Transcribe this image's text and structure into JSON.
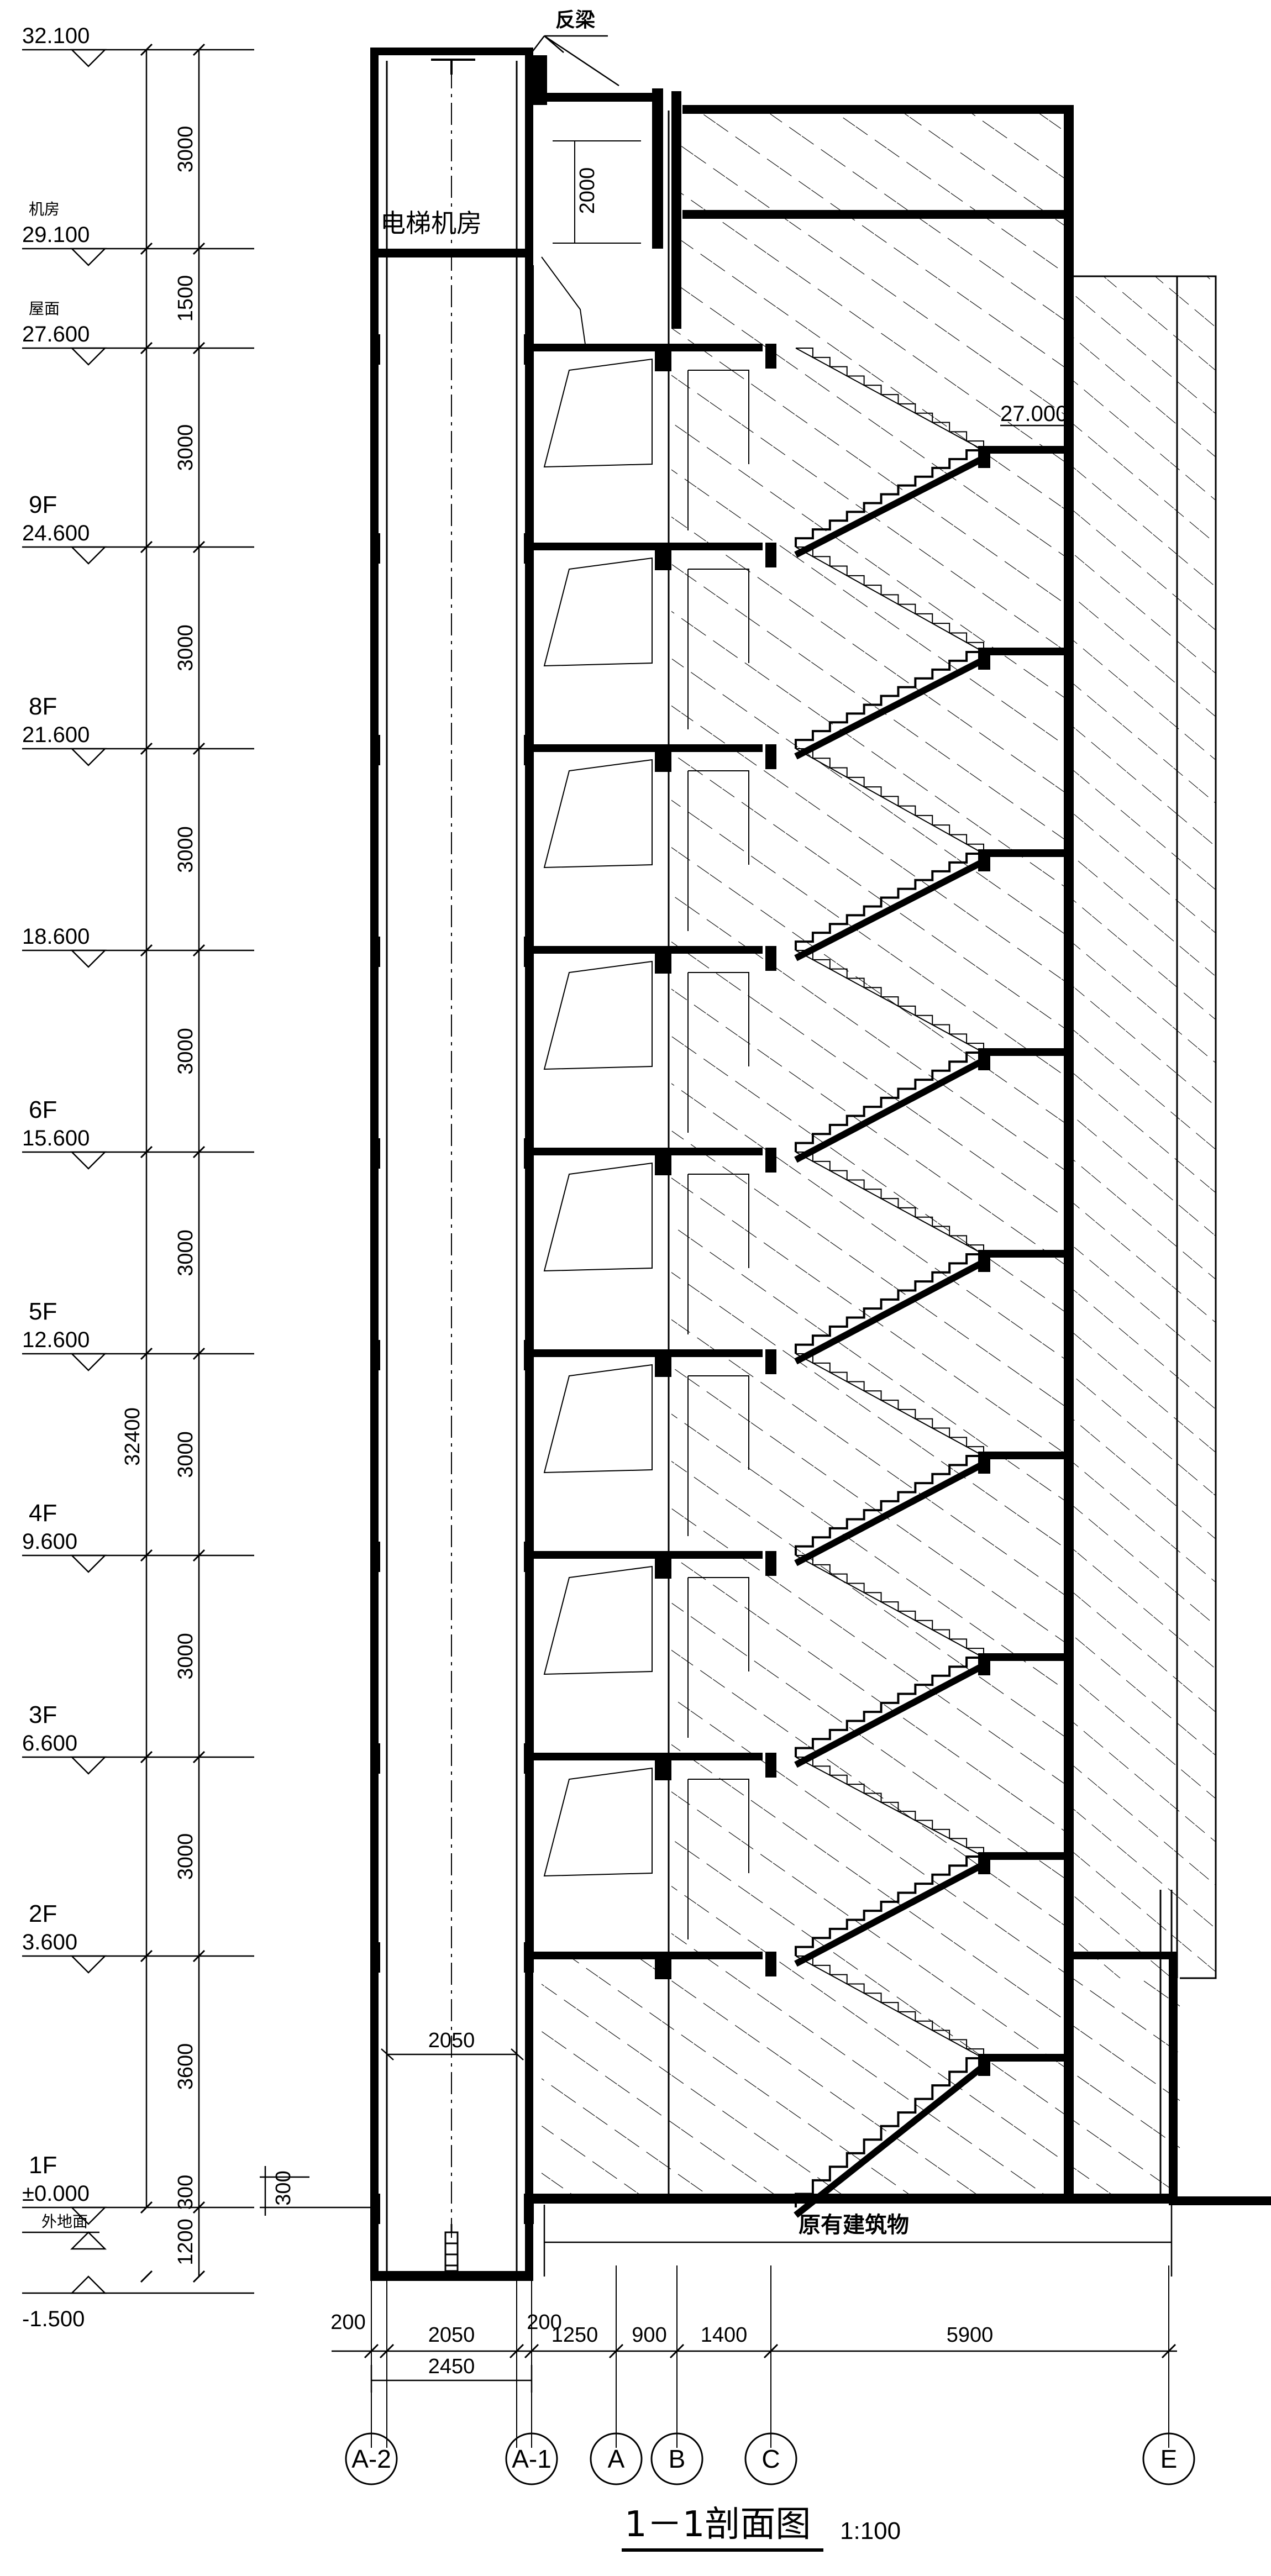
{
  "levels": [
    {
      "name": "",
      "value": "32.100"
    },
    {
      "name": "机房",
      "value": "29.100"
    },
    {
      "name": "屋面",
      "value": "27.600"
    },
    {
      "name": "9F",
      "value": "24.600"
    },
    {
      "name": "8F",
      "value": "21.600"
    },
    {
      "name": "",
      "value": "18.600"
    },
    {
      "name": "6F",
      "value": "15.600"
    },
    {
      "name": "5F",
      "value": "12.600"
    },
    {
      "name": "4F",
      "value": "9.600"
    },
    {
      "name": "3F",
      "value": "6.600"
    },
    {
      "name": "2F",
      "value": "3.600"
    },
    {
      "name": "1F",
      "value": "±0.000"
    },
    {
      "name": "外地面",
      "value": "-1.500"
    }
  ],
  "vertical_dims": [
    "3000",
    "1500",
    "3000",
    "3000",
    "3000",
    "3000",
    "3000",
    "3000",
    "3000",
    "3000",
    "3600",
    "300",
    "1200"
  ],
  "total_height_dim": "32400",
  "side_dim_300": "300",
  "roof_beam_label": "反梁",
  "machine_room_label": "电梯机房",
  "machine_room_height_dim": "2000",
  "stair_landing_level": "27.000",
  "existing_building_label": "原有建筑物",
  "shaft_inner_width_dim": "2050",
  "horizontal_dims": [
    "200",
    "2050",
    "200",
    "1250",
    "900",
    "1400",
    "5900"
  ],
  "shaft_total_width_dim": "2450",
  "axes": [
    "A-2",
    "A-1",
    "A",
    "B",
    "C",
    "E"
  ],
  "title": "1－1剖面图",
  "scale": "1:100"
}
